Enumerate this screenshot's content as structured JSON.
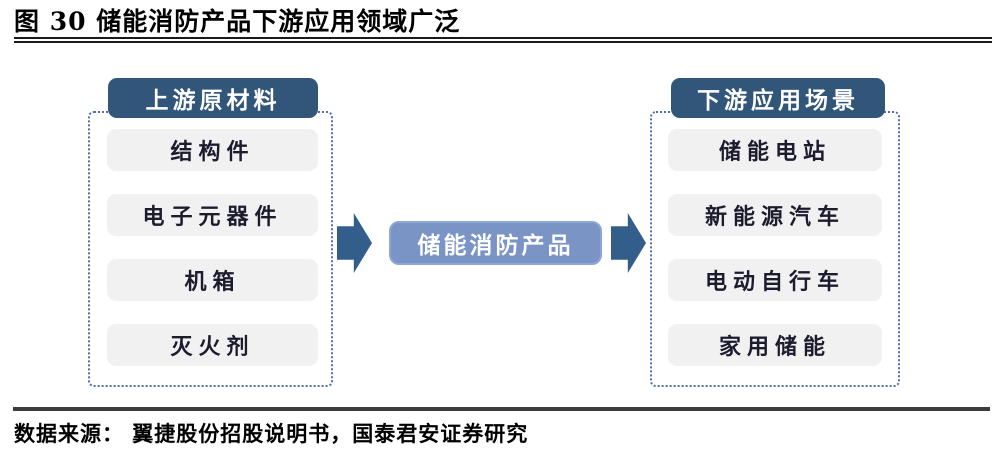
{
  "figure": {
    "title": "图 30 储能消防产品下游应用领域广泛",
    "source": "数据来源： 翼捷股份招股说明书，国泰君安证券研究"
  },
  "diagram": {
    "upstream": {
      "header": "上游原材料",
      "items": [
        "结构件",
        "电子元器件",
        "机箱",
        "灭火剂"
      ]
    },
    "center": {
      "label": "储能消防产品"
    },
    "downstream": {
      "header": "下游应用场景",
      "items": [
        "储能电站",
        "新能源汽车",
        "电动自行车",
        "家用储能"
      ]
    }
  },
  "colors": {
    "header_bg": "#31567A",
    "center_bg": "#7A94C5",
    "arrow": "#335E8C",
    "item_bg": "#F1F1F1",
    "dashed_border": "#4F6FAE",
    "text_dark": "#1C1C2E"
  }
}
